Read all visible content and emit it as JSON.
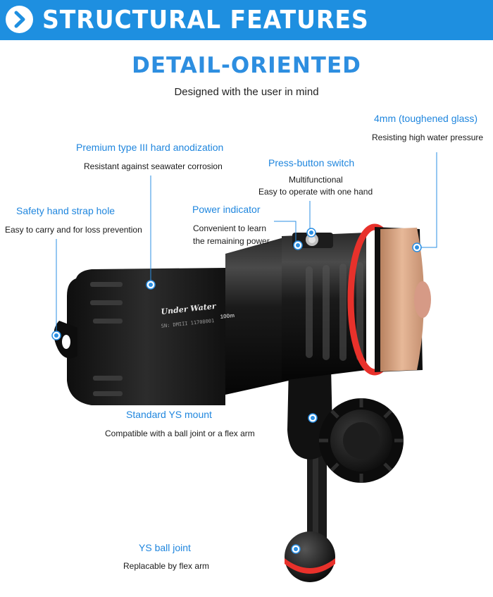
{
  "banner": {
    "title": "STRUCTURAL FEATURES"
  },
  "heading": "DETAIL-ORIENTED",
  "subheading": "Designed with the user in mind",
  "product_markings": {
    "brand": "Under Water",
    "serial": "SN: DMIII 11708001",
    "depth": "100m"
  },
  "features": {
    "glass": {
      "label": "4mm (toughened glass)",
      "desc": "Resisting high water pressure"
    },
    "anodization": {
      "label": "Premium type III hard anodization",
      "desc": "Resistant against seawater corrosion"
    },
    "switch": {
      "label": "Press-button switch",
      "desc1": "Multifunctional",
      "desc2": "Easy to operate with one hand"
    },
    "strap": {
      "label": "Safety hand strap hole",
      "desc": "Easy to carry and for loss prevention"
    },
    "power": {
      "label": "Power indicator",
      "desc1": "Convenient to learn",
      "desc2": "the remaining power"
    },
    "mount": {
      "label": "Standard YS mount",
      "desc": "Compatible with a ball joint or a flex arm"
    },
    "ball": {
      "label": "YS ball joint",
      "desc": "Replacable by flex  arm"
    }
  },
  "colors": {
    "banner": "#1e8fe0",
    "heading": "#2d8ee0",
    "label": "#1f86de",
    "accent_ring": "#e8312b"
  }
}
